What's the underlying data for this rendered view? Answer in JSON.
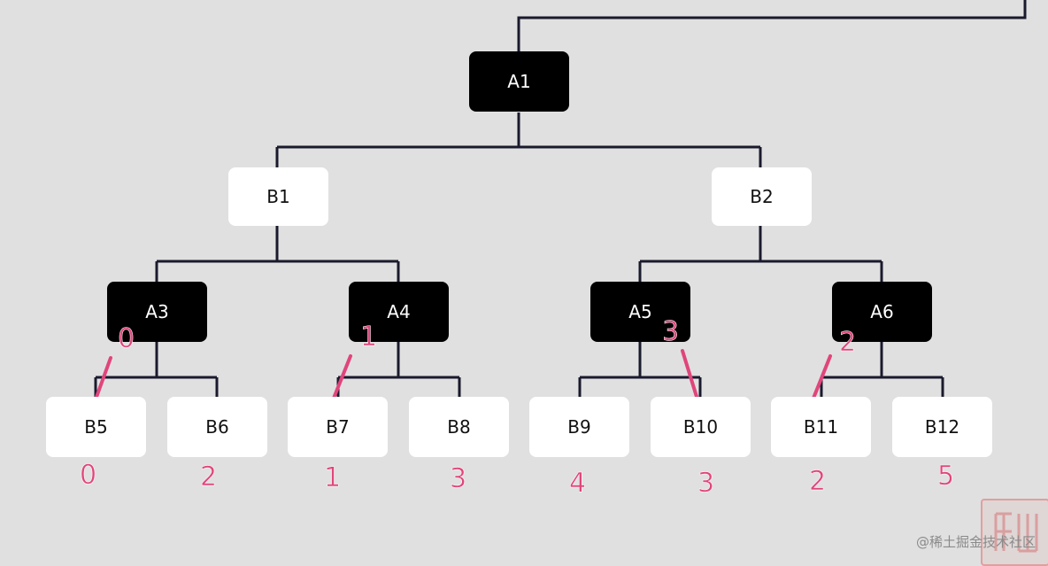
{
  "diagram": {
    "root": "A1",
    "level1": [
      "B1",
      "B2"
    ],
    "level2": [
      "A3",
      "A4",
      "A5",
      "A6"
    ],
    "level3": [
      "B5",
      "B6",
      "B7",
      "B8",
      "B9",
      "B10",
      "B11",
      "B12"
    ]
  },
  "annotations": {
    "upper_marks": [
      "0",
      "1",
      "3",
      "2"
    ],
    "bottom_values": [
      "0",
      "2",
      "1",
      "3",
      "4",
      "3",
      "2",
      "5"
    ]
  },
  "colors": {
    "dark_node": "#000000",
    "light_node": "#ffffff",
    "annotation": "#e0457b",
    "line": "#1a1a2e",
    "background": "#e0e0e0"
  },
  "watermark": {
    "text": "@稀土掘金技术社区"
  }
}
